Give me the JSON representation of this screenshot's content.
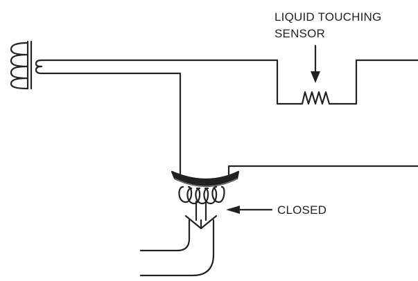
{
  "labels": {
    "sensor_line1": "LIQUID TOUCHING",
    "sensor_line2": "SENSOR",
    "valve_state": "CLOSED"
  },
  "colors": {
    "ink": "#222222",
    "background": "#ffffff"
  },
  "components": [
    "transformer",
    "liquid-touching-sensor",
    "solenoid-coil",
    "valve",
    "pipe"
  ]
}
